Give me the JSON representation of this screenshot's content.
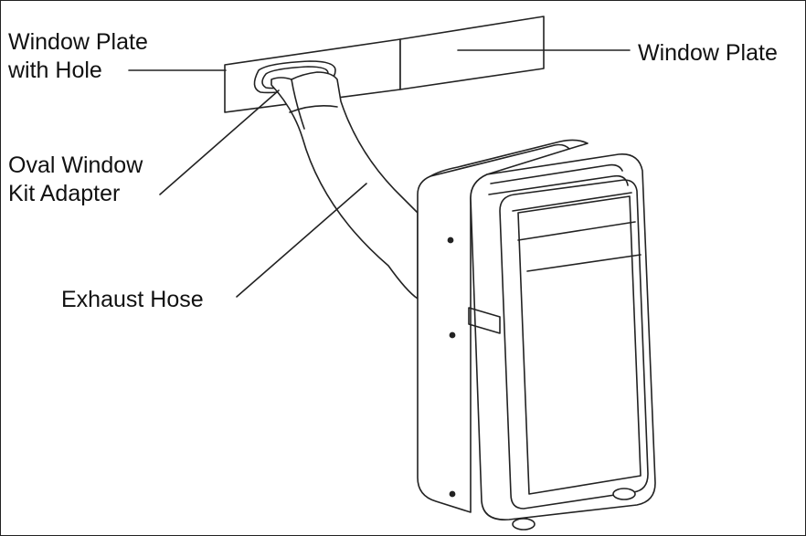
{
  "labels": {
    "window_plate_with_hole": {
      "line1": "Window Plate",
      "line2": "with Hole"
    },
    "window_plate": "Window Plate",
    "oval_window_kit_adapter": {
      "line1": "Oval Window",
      "line2": "Kit Adapter"
    },
    "exhaust_hose": "Exhaust Hose"
  },
  "colors": {
    "line": "#222222",
    "background": "#ffffff"
  }
}
